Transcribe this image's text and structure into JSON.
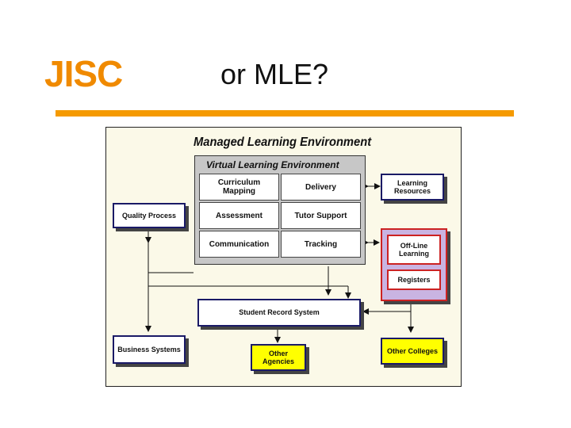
{
  "logo": {
    "text": "JISC"
  },
  "slide": {
    "title": "or MLE?"
  },
  "diagram": {
    "title": "Managed Learning Environment",
    "vle": {
      "title": "Virtual Learning Environment",
      "cells": [
        "Curriculum\nMapping",
        "Delivery",
        "Assessment",
        "Tutor Support",
        "Communication",
        "Tracking"
      ]
    },
    "nodes": {
      "quality_process": "Quality Process",
      "learning_resources": "Learning\nResources",
      "off_line_learning": "Off-Line\nLearning",
      "registers": "Registers",
      "student_record_system": "Student Record System",
      "business_systems": "Business Systems",
      "other_agencies": "Other Agencies",
      "other_colleges": "Other Colleges"
    },
    "colors": {
      "accent": "#f59a00",
      "node_border": "#1a1a66",
      "highlight": "#ffff00",
      "group": "#c9b4e2",
      "group_border": "#cc2222"
    }
  }
}
